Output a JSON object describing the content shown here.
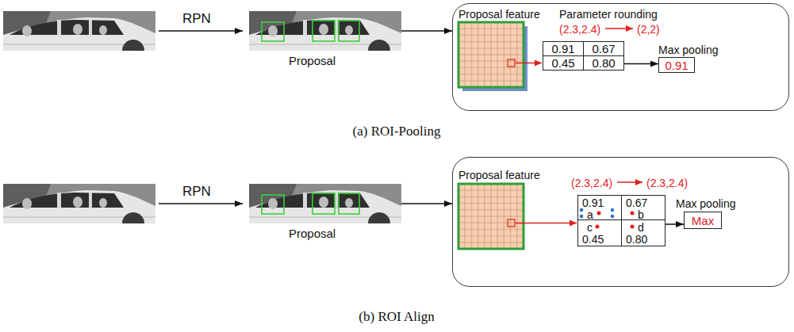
{
  "diagram": {
    "nodes": [
      {
        "text": [
          "Proposal"
        ]
      },
      {
        "text": [
          "Proposal feature",
          "Parameter rounding",
          "Max pooling"
        ]
      },
      {
        "text": [
          "0.91"
        ],
        "in": 1
      },
      {
        "text": [
          "0.67"
        ],
        "in": 1
      },
      {
        "text": [
          "0.45"
        ],
        "in": 1
      },
      {
        "text": [
          "0.80"
        ],
        "in": 1
      },
      {
        "text": [
          "0.91"
        ],
        "in": 1
      },
      {
        "text": [
          "Proposal"
        ]
      },
      {
        "text": [
          "Proposal feature",
          "Max pooling"
        ]
      },
      {
        "text": [
          "0.91",
          "a"
        ],
        "in": 8
      },
      {
        "text": [
          "0.67",
          "b"
        ],
        "in": 8
      },
      {
        "text": [
          "c",
          "0.45"
        ],
        "in": 8
      },
      {
        "text": [
          "d",
          "0.80"
        ],
        "in": 8
      },
      {
        "text": [
          "Max"
        ],
        "in": 8
      }
    ],
    "edges": [
      {
        "from": 0,
        "to": 1,
        "arrow": "to"
      },
      {
        "from": 5,
        "to": 6,
        "arrow": "to"
      },
      {
        "from": 7,
        "to": 8,
        "arrow": "to"
      },
      {
        "from": 12,
        "to": 13,
        "arrow": "to"
      }
    ],
    "labels": [
      "RPN",
      "(2.3,2.4)",
      "(2,2)",
      "(a) ROI-Pooling",
      "RPN",
      "(2.3,2.4)",
      "(2.3,2.4)",
      "(b) ROI Align"
    ]
  }
}
